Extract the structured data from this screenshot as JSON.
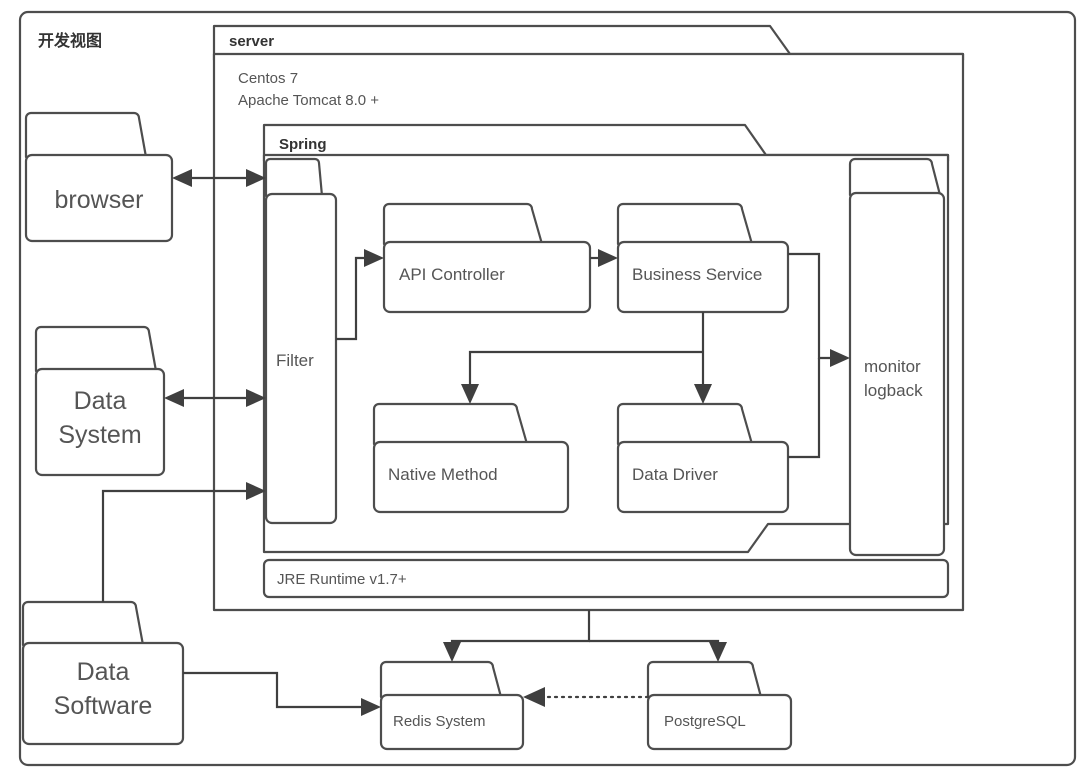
{
  "diagram": {
    "title": "开发视图",
    "outer_frame": {
      "name": "development-view-frame"
    },
    "containers": [
      {
        "id": "server",
        "label": "server",
        "bold": true,
        "notes": [
          "Centos 7",
          "Apache Tomcat 8.0 +"
        ]
      },
      {
        "id": "spring",
        "label": "Spring",
        "bold": false
      },
      {
        "id": "jre",
        "label": "JRE Runtime v1.7+",
        "bold": false
      }
    ],
    "nodes": [
      {
        "id": "browser",
        "label": "browser",
        "size": "lg"
      },
      {
        "id": "data-system",
        "label": "Data\nSystem",
        "line1": "Data",
        "line2": "System",
        "size": "lg"
      },
      {
        "id": "data-software",
        "label": "Data\nSoftware",
        "line1": "Data",
        "line2": "Software",
        "size": "lg"
      },
      {
        "id": "filter",
        "label": "Filter",
        "size": "md"
      },
      {
        "id": "api-controller",
        "label": "API Controller",
        "size": "md"
      },
      {
        "id": "business-service",
        "label": "Business Service",
        "size": "md"
      },
      {
        "id": "native-method",
        "label": "Native Method",
        "size": "md"
      },
      {
        "id": "data-driver",
        "label": "Data Driver",
        "size": "md"
      },
      {
        "id": "monitor",
        "label": "monitor\nlogback",
        "line1": "monitor",
        "line2": "logback",
        "size": "md"
      },
      {
        "id": "redis",
        "label": "Redis System",
        "size": "md"
      },
      {
        "id": "postgresql",
        "label": "PostgreSQL",
        "size": "md"
      }
    ],
    "edges": [
      {
        "from": "browser",
        "to": "filter",
        "style": "solid",
        "arrows": "both"
      },
      {
        "from": "data-system",
        "to": "filter",
        "style": "solid",
        "arrows": "both"
      },
      {
        "from": "data-software",
        "to": "filter",
        "style": "solid",
        "arrows": "end"
      },
      {
        "from": "filter",
        "to": "api-controller",
        "style": "solid",
        "arrows": "end"
      },
      {
        "from": "api-controller",
        "to": "business-service",
        "style": "solid",
        "arrows": "end"
      },
      {
        "from": "business-service",
        "to": "native-method",
        "style": "solid",
        "arrows": "end"
      },
      {
        "from": "business-service",
        "to": "data-driver",
        "style": "solid",
        "arrows": "end"
      },
      {
        "from": "business-service",
        "to": "monitor",
        "style": "solid",
        "arrows": "end"
      },
      {
        "from": "data-driver",
        "to": "monitor",
        "style": "solid",
        "arrows": "end"
      },
      {
        "from": "server",
        "to": "redis",
        "style": "solid",
        "arrows": "end"
      },
      {
        "from": "server",
        "to": "postgresql",
        "style": "solid",
        "arrows": "end"
      },
      {
        "from": "data-software",
        "to": "redis",
        "style": "solid",
        "arrows": "end"
      },
      {
        "from": "postgresql",
        "to": "redis",
        "style": "dotted",
        "arrows": "end"
      }
    ],
    "colors": {
      "background": "#ffffff",
      "stroke": "#4d4d4d",
      "connector": "#3f3f3f",
      "text": "#555555",
      "text_strong": "#333333"
    }
  }
}
